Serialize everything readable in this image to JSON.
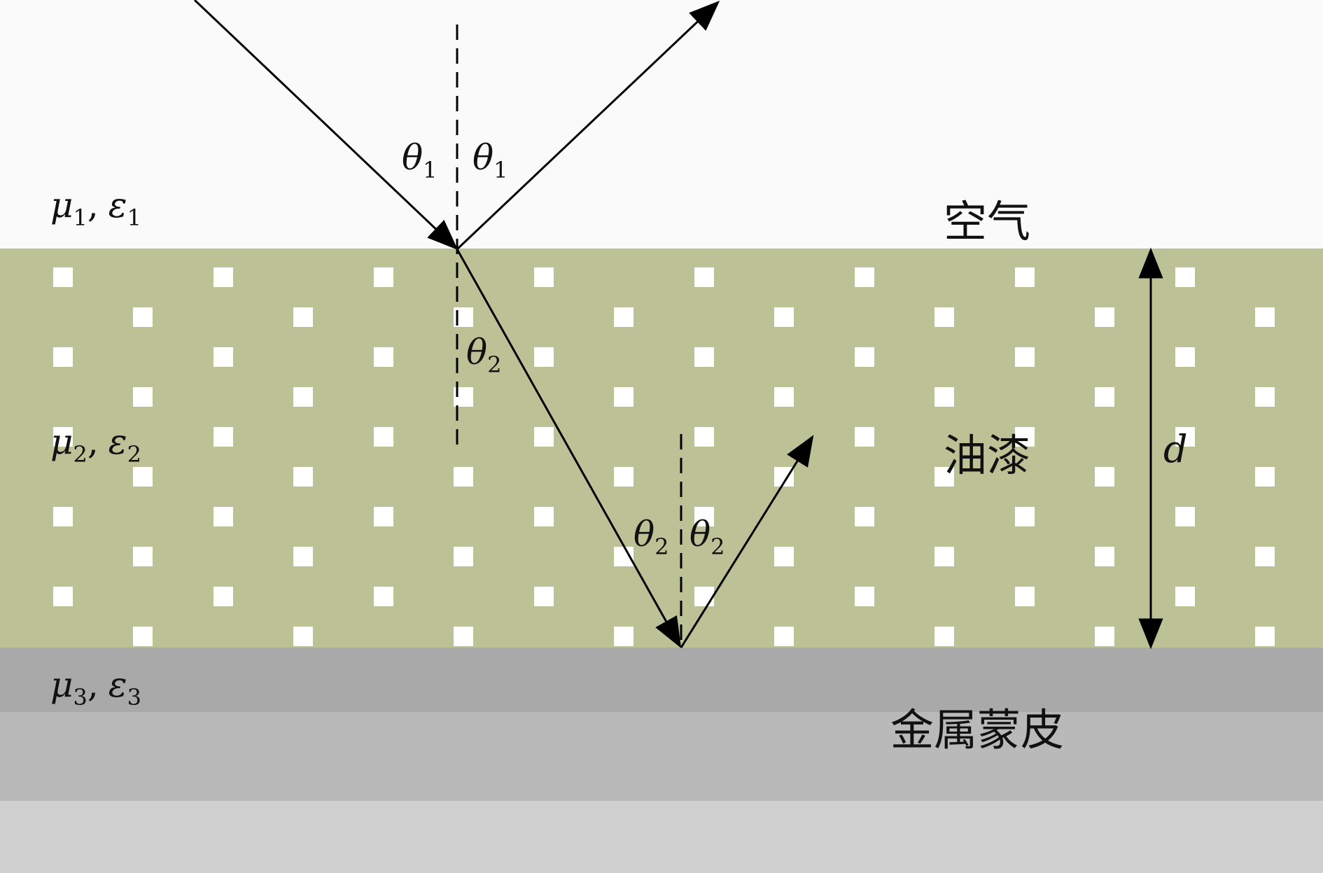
{
  "media": {
    "air": {
      "label": "空气",
      "params": "μ1, ε1",
      "mu": "μ",
      "mu_sub": "1",
      "comma": ",",
      "eps": "ε",
      "eps_sub": "1"
    },
    "paint": {
      "label": "油漆",
      "params": "μ2, ε2",
      "mu": "μ",
      "mu_sub": "2",
      "comma": ",",
      "eps": "ε",
      "eps_sub": "2"
    },
    "metal": {
      "label": "金属蒙皮",
      "params": "μ3, ε3",
      "mu": "μ",
      "mu_sub": "3",
      "comma": ",",
      "eps": "ε",
      "eps_sub": "3"
    }
  },
  "angles": {
    "theta": "θ",
    "theta1_sub": "1",
    "theta2_sub": "2"
  },
  "thickness_label": "d",
  "colors": {
    "air": "#fafafa",
    "paint": "#bcc196",
    "paint_dots": "#ffffff",
    "metal_top": "#a9a9a9",
    "metal_mid": "#b9b9b9",
    "metal_bottom": "#d0d0d0",
    "ink": "#000000"
  }
}
